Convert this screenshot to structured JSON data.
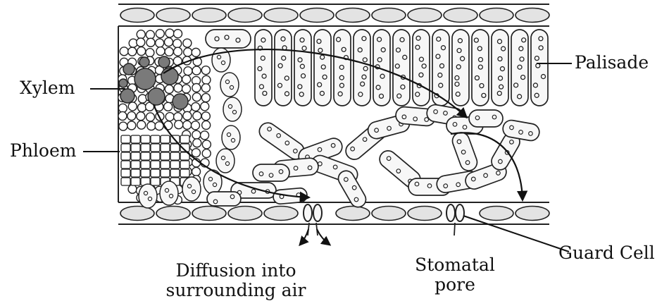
{
  "labels": {
    "xylem": "Xylem",
    "phloem": "Phloem",
    "palisade": "Palisade",
    "guard_cell": "Guard Cell",
    "stomatal_pore": {
      "line1": "Stomatal",
      "line2": "pore"
    },
    "diffusion": {
      "line1": "Diffusion into",
      "line2": "surrounding air"
    }
  },
  "colors": {
    "outline": "#222222",
    "cell_fill": "#f7f7f7",
    "epidermis_fill": "#e3e3e3",
    "xylem_fill": "#7a7a7a",
    "background": "#ffffff"
  }
}
